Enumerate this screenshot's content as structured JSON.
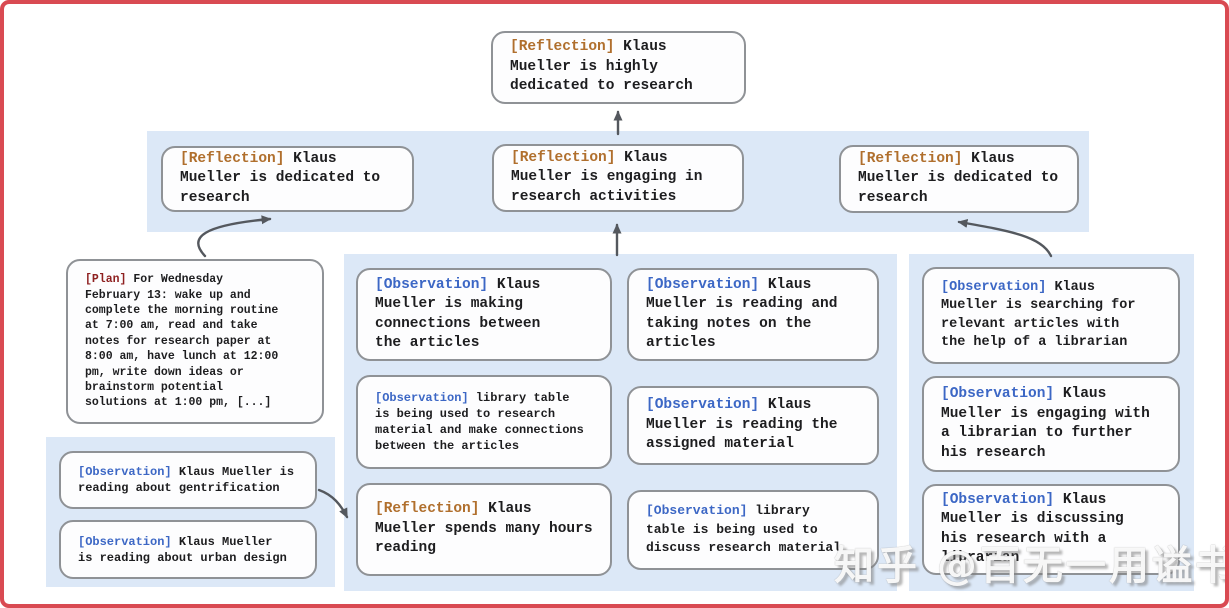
{
  "colors": {
    "frame_border": "#d94a52",
    "region_background": "#dce8f7",
    "node_border": "#8f9296",
    "reflection_tag": "#b06f2d",
    "observation_tag": "#3c67c5",
    "plan_tag": "#8e2020",
    "arrow": "#54585e"
  },
  "top": {
    "tag": "[Reflection]",
    "text": "Klaus Mueller is highly dedicated to research"
  },
  "band": {
    "left": {
      "tag": "[Reflection]",
      "text": "Klaus Mueller is dedicated to research"
    },
    "center": {
      "tag": "[Reflection]",
      "text": "Klaus Mueller is engaging in research activities"
    },
    "right": {
      "tag": "[Reflection]",
      "text": "Klaus Mueller is dedicated to research"
    }
  },
  "plan": {
    "tag": "[Plan]",
    "text": "For Wednesday February 13: wake up and complete the morning routine at 7:00 am, read and take notes for research paper at 8:00 am, have lunch at 12:00 pm, write down ideas or brainstorm potential solutions at 1:00 pm, [...]"
  },
  "left_group": {
    "gentrification": {
      "tag": "[Observation]",
      "text": "Klaus Mueller is reading about gentrification"
    },
    "urban_design": {
      "tag": "[Observation]",
      "text": "Klaus Mueller is reading about urban design"
    }
  },
  "mid_group": {
    "connections": {
      "tag": "[Observation]",
      "text": "Klaus Mueller is making connections between the articles"
    },
    "library_research": {
      "tag": "[Observation]",
      "text": "library table is being used to research material and make connections between the articles"
    },
    "hours_reading": {
      "tag": "[Reflection]",
      "text": "Klaus Mueller spends many hours reading"
    },
    "taking_notes": {
      "tag": "[Observation]",
      "text": "Klaus Mueller is reading and taking notes on the articles"
    },
    "assigned_material": {
      "tag": "[Observation]",
      "text": "Klaus Mueller is reading the assigned material"
    },
    "library_discuss": {
      "tag": "[Observation]",
      "text": "library table is being used to discuss research material"
    }
  },
  "right_group": {
    "searching": {
      "tag": "[Observation]",
      "text": "Klaus Mueller is searching for relevant articles with the help of a librarian"
    },
    "engaging": {
      "tag": "[Observation]",
      "text": "Klaus Mueller is engaging with a librarian to further his research"
    },
    "discussing": {
      "tag": "[Observation]",
      "text": "Klaus Mueller is discussing his research with a librarian"
    }
  },
  "watermark": {
    "text": "知乎 @百无一用谥书生"
  }
}
